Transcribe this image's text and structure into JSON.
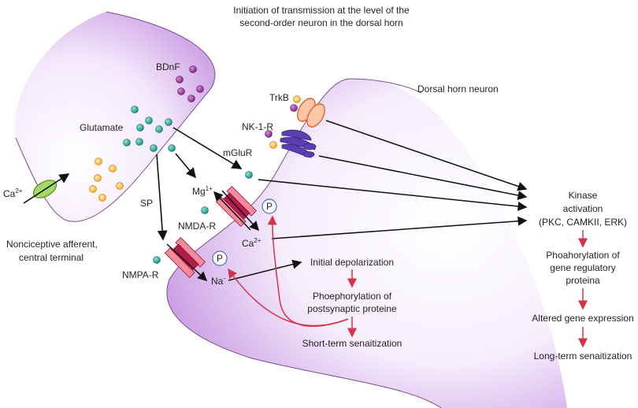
{
  "title": {
    "line1": "Initiation of transmission at the level of the",
    "line2": "second-order neuron in the dorsal horn"
  },
  "labels": {
    "bdnf": "BDnF",
    "glutamate": "Glutamate",
    "ca_left": "Ca",
    "ca_left_sup": "2+",
    "sp": "SP",
    "mglur": "mGluR",
    "trkb": "TrkB",
    "nk1r": "NK-1-R",
    "mg": "Mg",
    "mg_sup": "1+",
    "nmdar": "NMDA-R",
    "ca_right": "Ca",
    "ca_right_sup": "2+",
    "nmpar": "NMPA-R",
    "na": "Na",
    "na_sup": "-",
    "p1": "P",
    "p2": "P",
    "dorsal_horn": "Dorsal horn neuron",
    "afferent_line1": "Nonciceptive afferent,",
    "afferent_line2": "central terminal"
  },
  "short_term_flow": {
    "step1": "Initial depolarization",
    "step2_line1": "Phoephorylation of",
    "step2_line2": "postsynaptic proteine",
    "step3": "Short-term senaitization"
  },
  "long_term_flow": {
    "step1_line1": "Kinase",
    "step1_line2": "activation",
    "step1_line3": "(PKC, CAMKII, ERK)",
    "step2_line1": "Phoahorylation of",
    "step2_line2": "gene regulatory",
    "step2_line3": "proteina",
    "step3": "Altered gene expression",
    "step4": "Long-term senaitization"
  },
  "colors": {
    "membrane": "#d9b8ea",
    "glutamate": "#1a9e8f",
    "bdnf": "#8b2f8f",
    "sp": "#f5a020",
    "receptor": "#c2185b",
    "red_arrow": "#d6334a"
  }
}
